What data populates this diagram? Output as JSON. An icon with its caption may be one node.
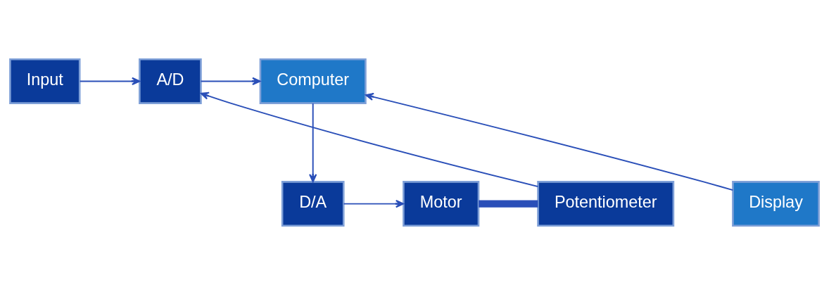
{
  "diagram": {
    "nodes": [
      {
        "text": [
          "Input"
        ]
      },
      {
        "text": [
          "A/D"
        ]
      },
      {
        "text": [
          "Computer"
        ]
      },
      {
        "text": [
          "D/A"
        ]
      },
      {
        "text": [
          "Motor"
        ]
      },
      {
        "text": [
          "Potentiometer"
        ]
      },
      {
        "text": [
          "Display"
        ]
      }
    ],
    "edges": [
      {
        "from": 0,
        "to": 1,
        "arrow": "to"
      },
      {
        "from": 1,
        "to": 2,
        "arrow": "to"
      },
      {
        "from": 2,
        "to": 3,
        "arrow": "to"
      },
      {
        "from": 3,
        "to": 4,
        "arrow": "to"
      },
      {
        "from": 4,
        "to": 5,
        "arrow": "none",
        "style": "thick"
      },
      {
        "from": 5,
        "to": 1,
        "arrow": "to"
      },
      {
        "from": 6,
        "to": 2,
        "arrow": "to"
      }
    ]
  }
}
